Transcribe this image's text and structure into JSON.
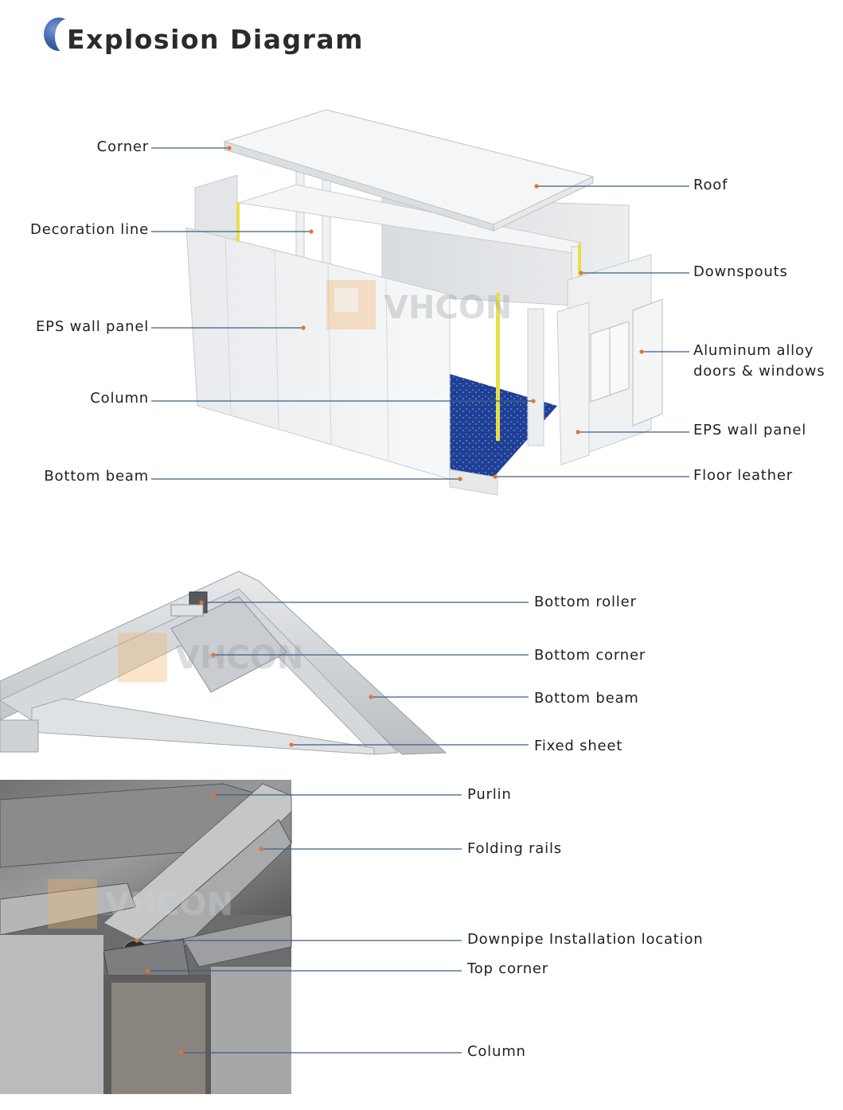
{
  "header": {
    "title": "Explosion Diagram"
  },
  "watermark": {
    "text": "VHCON"
  },
  "colors": {
    "accent_dot": "#e8722a",
    "leader_line": "#3d5d85",
    "title_badge": "#3f64a8",
    "floor": "#1f3f95",
    "downspout": "#e6e04a",
    "watermark": "#f2b36a"
  },
  "explosion_diagram": {
    "labels_left": [
      {
        "id": "corner",
        "text": "Corner"
      },
      {
        "id": "decoration-line",
        "text": "Decoration line"
      },
      {
        "id": "eps-wall-panel-left",
        "text": "EPS wall panel"
      },
      {
        "id": "column",
        "text": "Column"
      },
      {
        "id": "bottom-beam",
        "text": "Bottom beam"
      }
    ],
    "labels_right": [
      {
        "id": "roof",
        "text": "Roof"
      },
      {
        "id": "downspouts",
        "text": "Downspouts"
      },
      {
        "id": "aluminum-doors-windows",
        "text": "Aluminum alloy\ndoors & windows"
      },
      {
        "id": "eps-wall-panel-right",
        "text": "EPS wall panel"
      },
      {
        "id": "floor-leather",
        "text": "Floor leather"
      }
    ]
  },
  "bottom_frame_detail": {
    "labels": [
      {
        "id": "bottom-roller",
        "text": "Bottom roller"
      },
      {
        "id": "bottom-corner",
        "text": "Bottom corner"
      },
      {
        "id": "bottom-beam-detail",
        "text": "Bottom beam"
      },
      {
        "id": "fixed-sheet",
        "text": "Fixed sheet"
      }
    ]
  },
  "top_frame_detail": {
    "labels": [
      {
        "id": "purlin",
        "text": "Purlin"
      },
      {
        "id": "folding-rails",
        "text": "Folding rails"
      },
      {
        "id": "downpipe-installation",
        "text": "Downpipe Installation location"
      },
      {
        "id": "top-corner",
        "text": "Top corner"
      },
      {
        "id": "column-detail",
        "text": "Column"
      }
    ]
  }
}
